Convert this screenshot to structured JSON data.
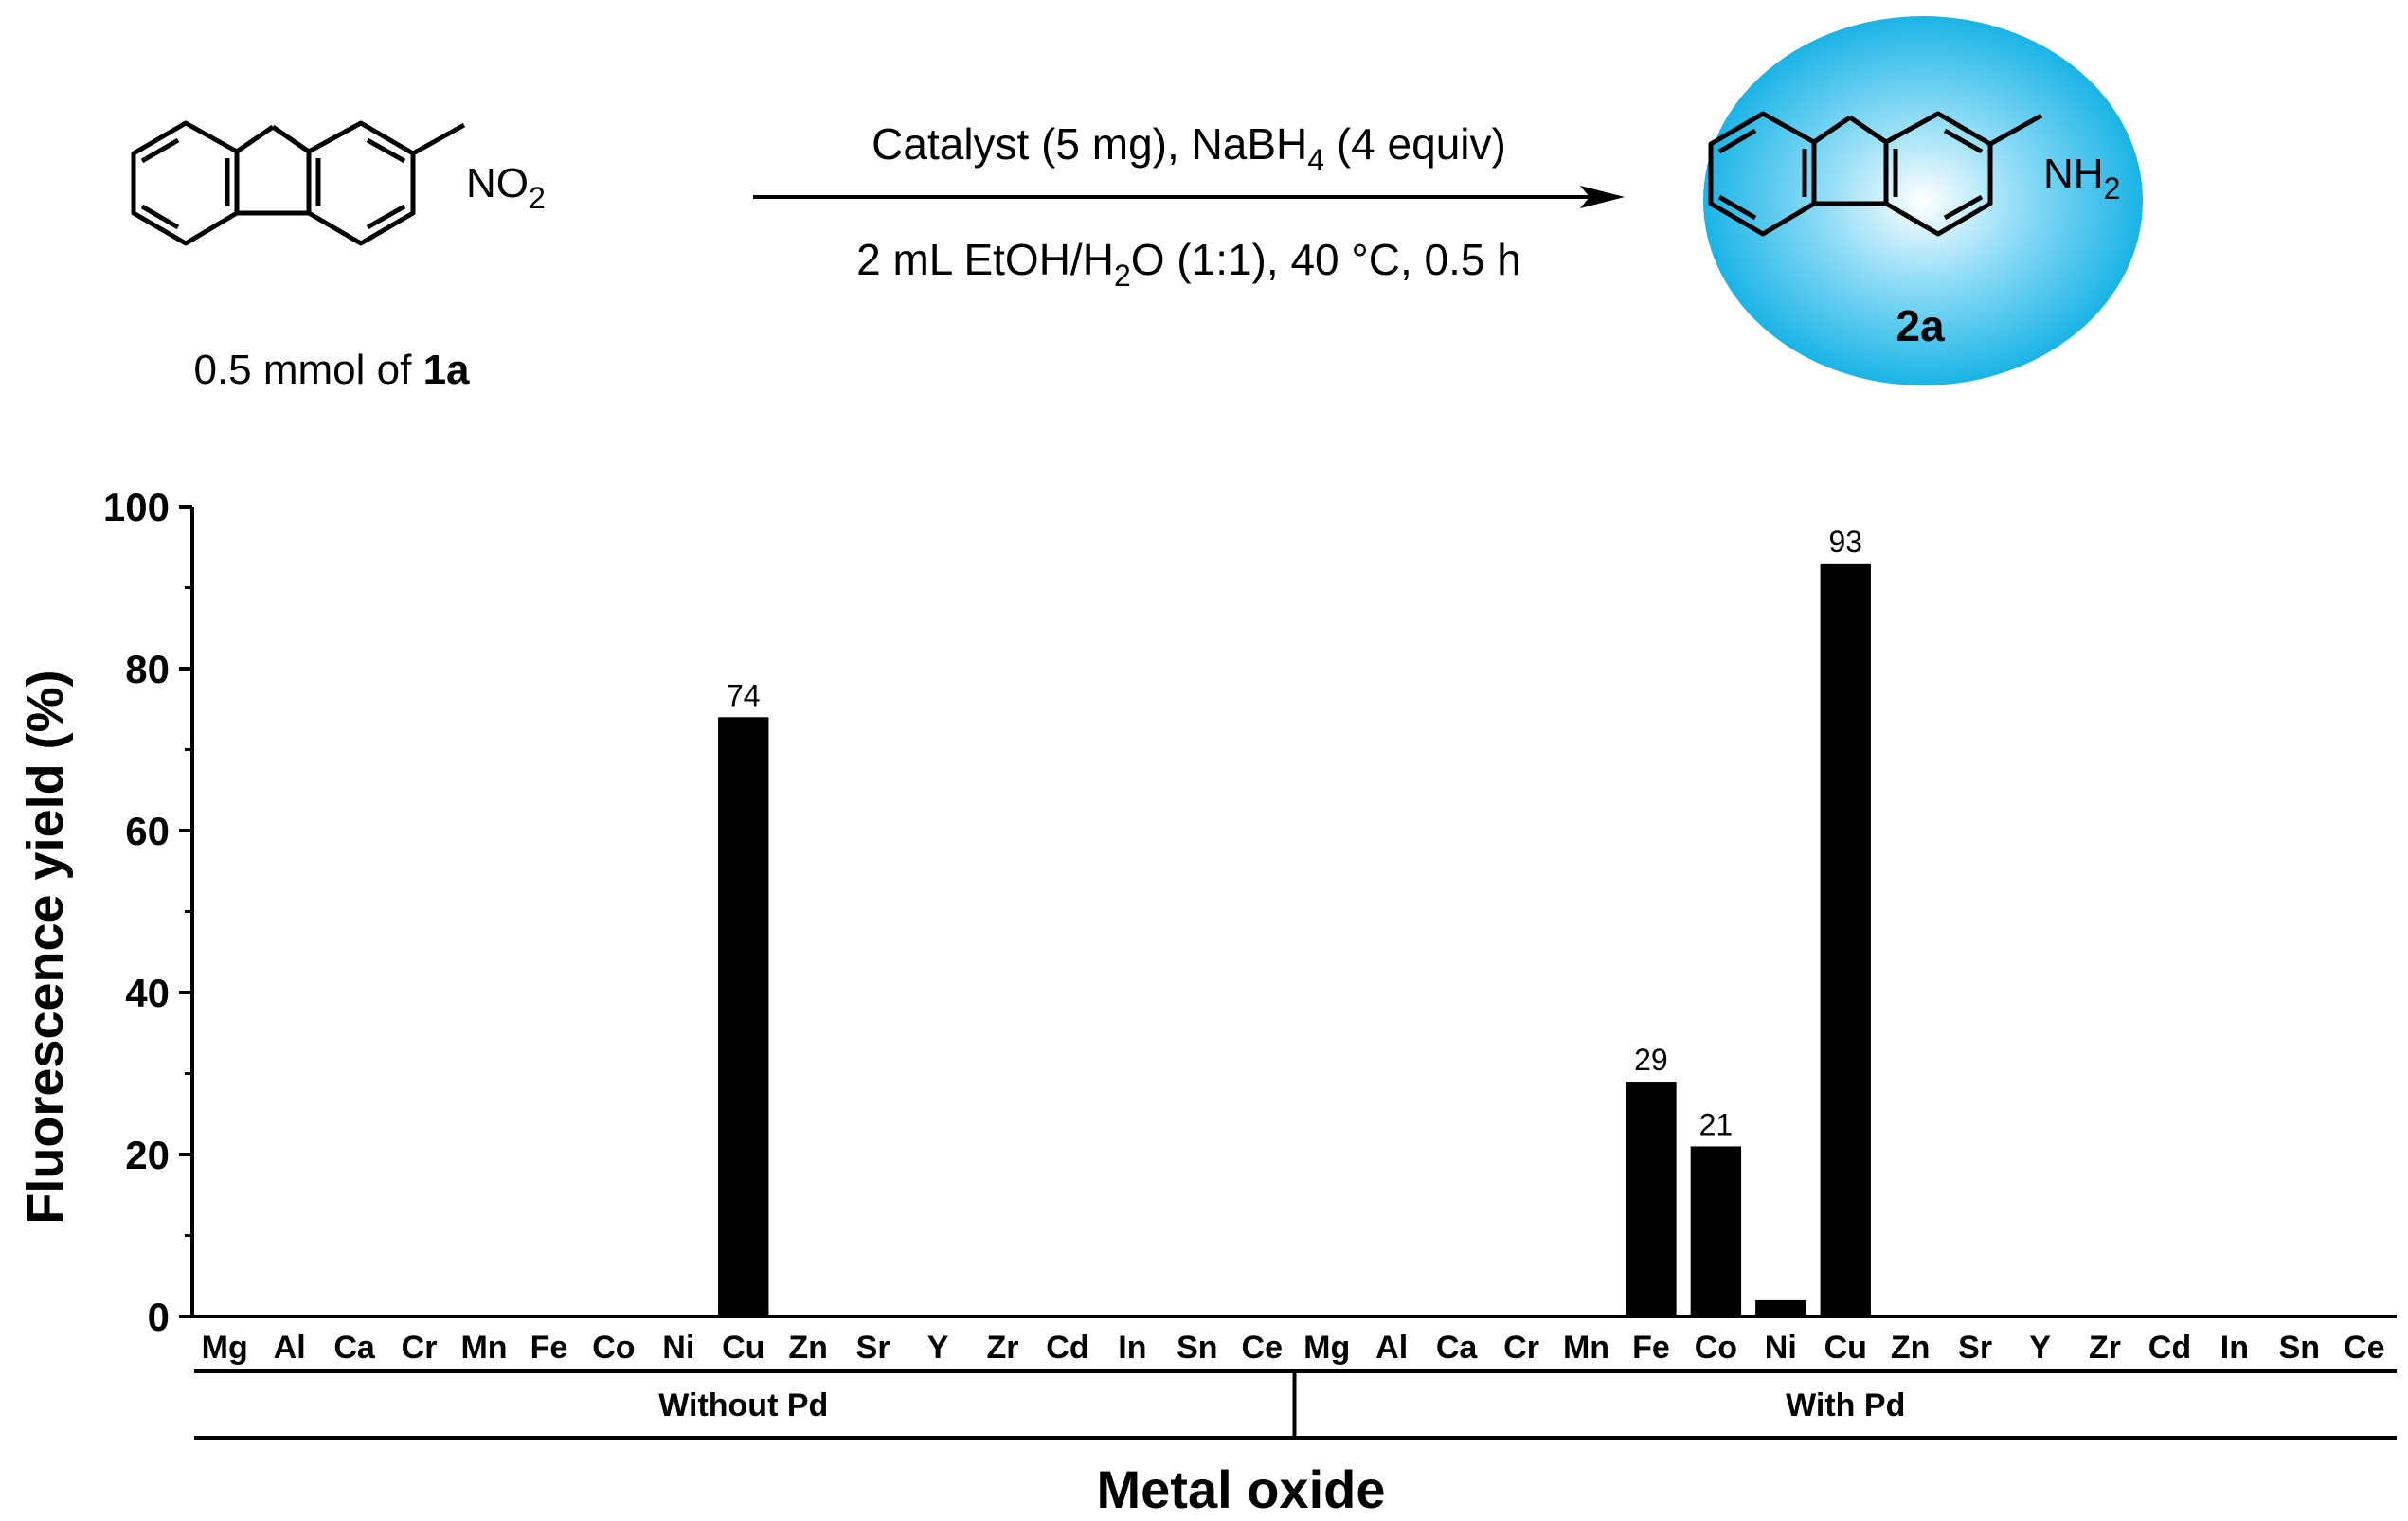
{
  "scheme": {
    "reactant_substituent": "NO",
    "reactant_substituent_sub": "2",
    "reactant_caption_prefix": "0.5 mmol of ",
    "reactant_caption_bold": "1a",
    "condition_line1_a": "Catalyst (5 mg), NaBH",
    "condition_line1_sub": "4",
    "condition_line1_b": " (4 equiv)",
    "condition_line2_a": "2 mL EtOH/H",
    "condition_line2_sub": "2",
    "condition_line2_b": "O (1:1), 40 °C, 0.5 h",
    "product_substituent": "NH",
    "product_substituent_sub": "2",
    "product_label": "2a",
    "product_highlight_color": "#1ab4e6"
  },
  "chart_data": {
    "type": "bar",
    "ylabel": "Fluorescence yield (%)",
    "xlabel": "Metal oxide",
    "ylim": [
      0,
      100
    ],
    "yticks": [
      0,
      20,
      40,
      60,
      80,
      100
    ],
    "categories": [
      "Mg",
      "Al",
      "Ca",
      "Cr",
      "Mn",
      "Fe",
      "Co",
      "Ni",
      "Cu",
      "Zn",
      "Sr",
      "Y",
      "Zr",
      "Cd",
      "In",
      "Sn",
      "Ce",
      "Mg",
      "Al",
      "Ca",
      "Cr",
      "Mn",
      "Fe",
      "Co",
      "Ni",
      "Cu",
      "Zn",
      "Sr",
      "Y",
      "Zr",
      "Cd",
      "In",
      "Sn",
      "Ce"
    ],
    "values": [
      0,
      0,
      0,
      0,
      0,
      0,
      0,
      0,
      74,
      0,
      0,
      0,
      0,
      0,
      0,
      0,
      0,
      0,
      0,
      0,
      0,
      0,
      29,
      21,
      2,
      93,
      0,
      0,
      0,
      0,
      0,
      0,
      0
    ],
    "data_labels": [
      "",
      "",
      "",
      "",
      "",
      "",
      "",
      "",
      "74",
      "",
      "",
      "",
      "",
      "",
      "",
      "",
      "",
      "",
      "",
      "",
      "",
      "",
      "29",
      "21",
      "",
      "93",
      "",
      "",
      "",
      "",
      "",
      "",
      ""
    ],
    "groups": [
      {
        "name": "Without Pd",
        "count": 17
      },
      {
        "name": "With Pd",
        "count": 17
      }
    ],
    "bar_color": "#000000",
    "grid": false
  }
}
